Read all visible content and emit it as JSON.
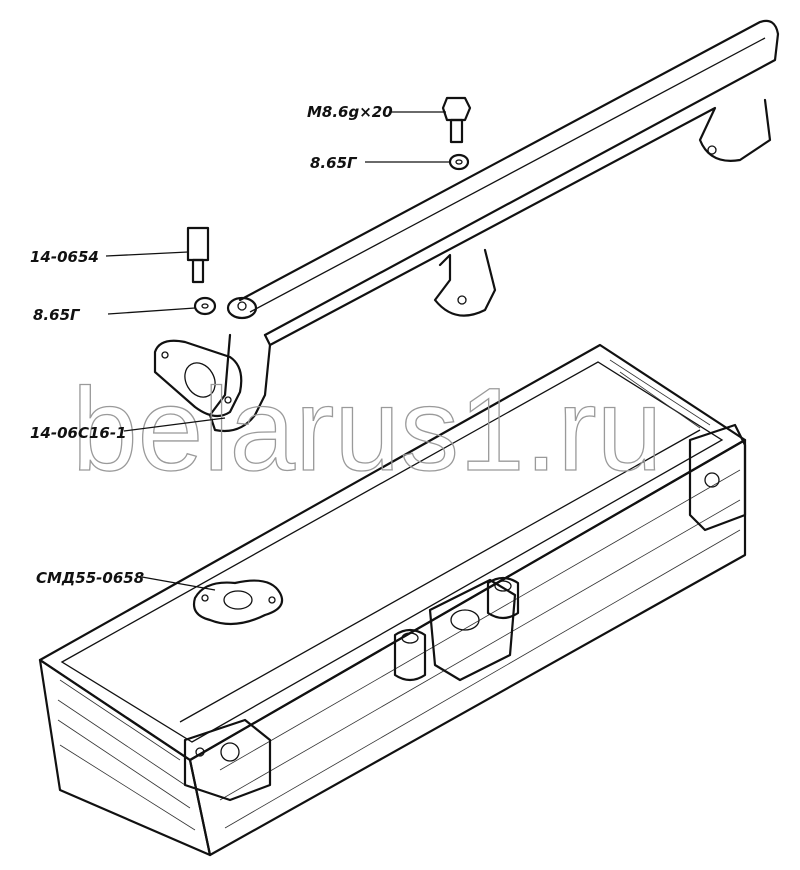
{
  "diagram": {
    "callouts": [
      {
        "id": "bolt",
        "label": "М8.6g×20"
      },
      {
        "id": "washer-top",
        "label": "8.65Г"
      },
      {
        "id": "stud",
        "label": "14-0654"
      },
      {
        "id": "washer-left",
        "label": "8.65Г"
      },
      {
        "id": "manifold",
        "label": "14-06С16-1"
      },
      {
        "id": "gasket",
        "label": "СМД55-0658"
      }
    ],
    "watermark": "belarus1.ru"
  }
}
